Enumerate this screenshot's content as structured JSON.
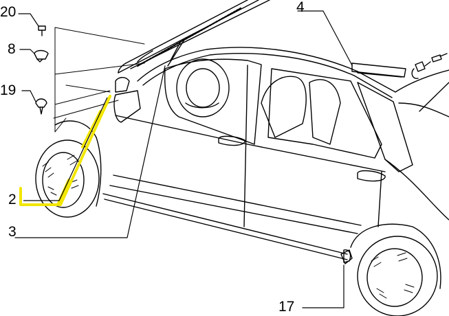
{
  "diagram": {
    "highlight_color": "#f2e600",
    "line_color": "#000000",
    "background": "#ffffff",
    "highlighted_part": "2",
    "callouts": [
      {
        "id": "20",
        "label": "20"
      },
      {
        "id": "8",
        "label": "8"
      },
      {
        "id": "19",
        "label": "19"
      },
      {
        "id": "2",
        "label": "2"
      },
      {
        "id": "3",
        "label": "3"
      },
      {
        "id": "4",
        "label": "4"
      },
      {
        "id": "17",
        "label": "17"
      }
    ]
  }
}
